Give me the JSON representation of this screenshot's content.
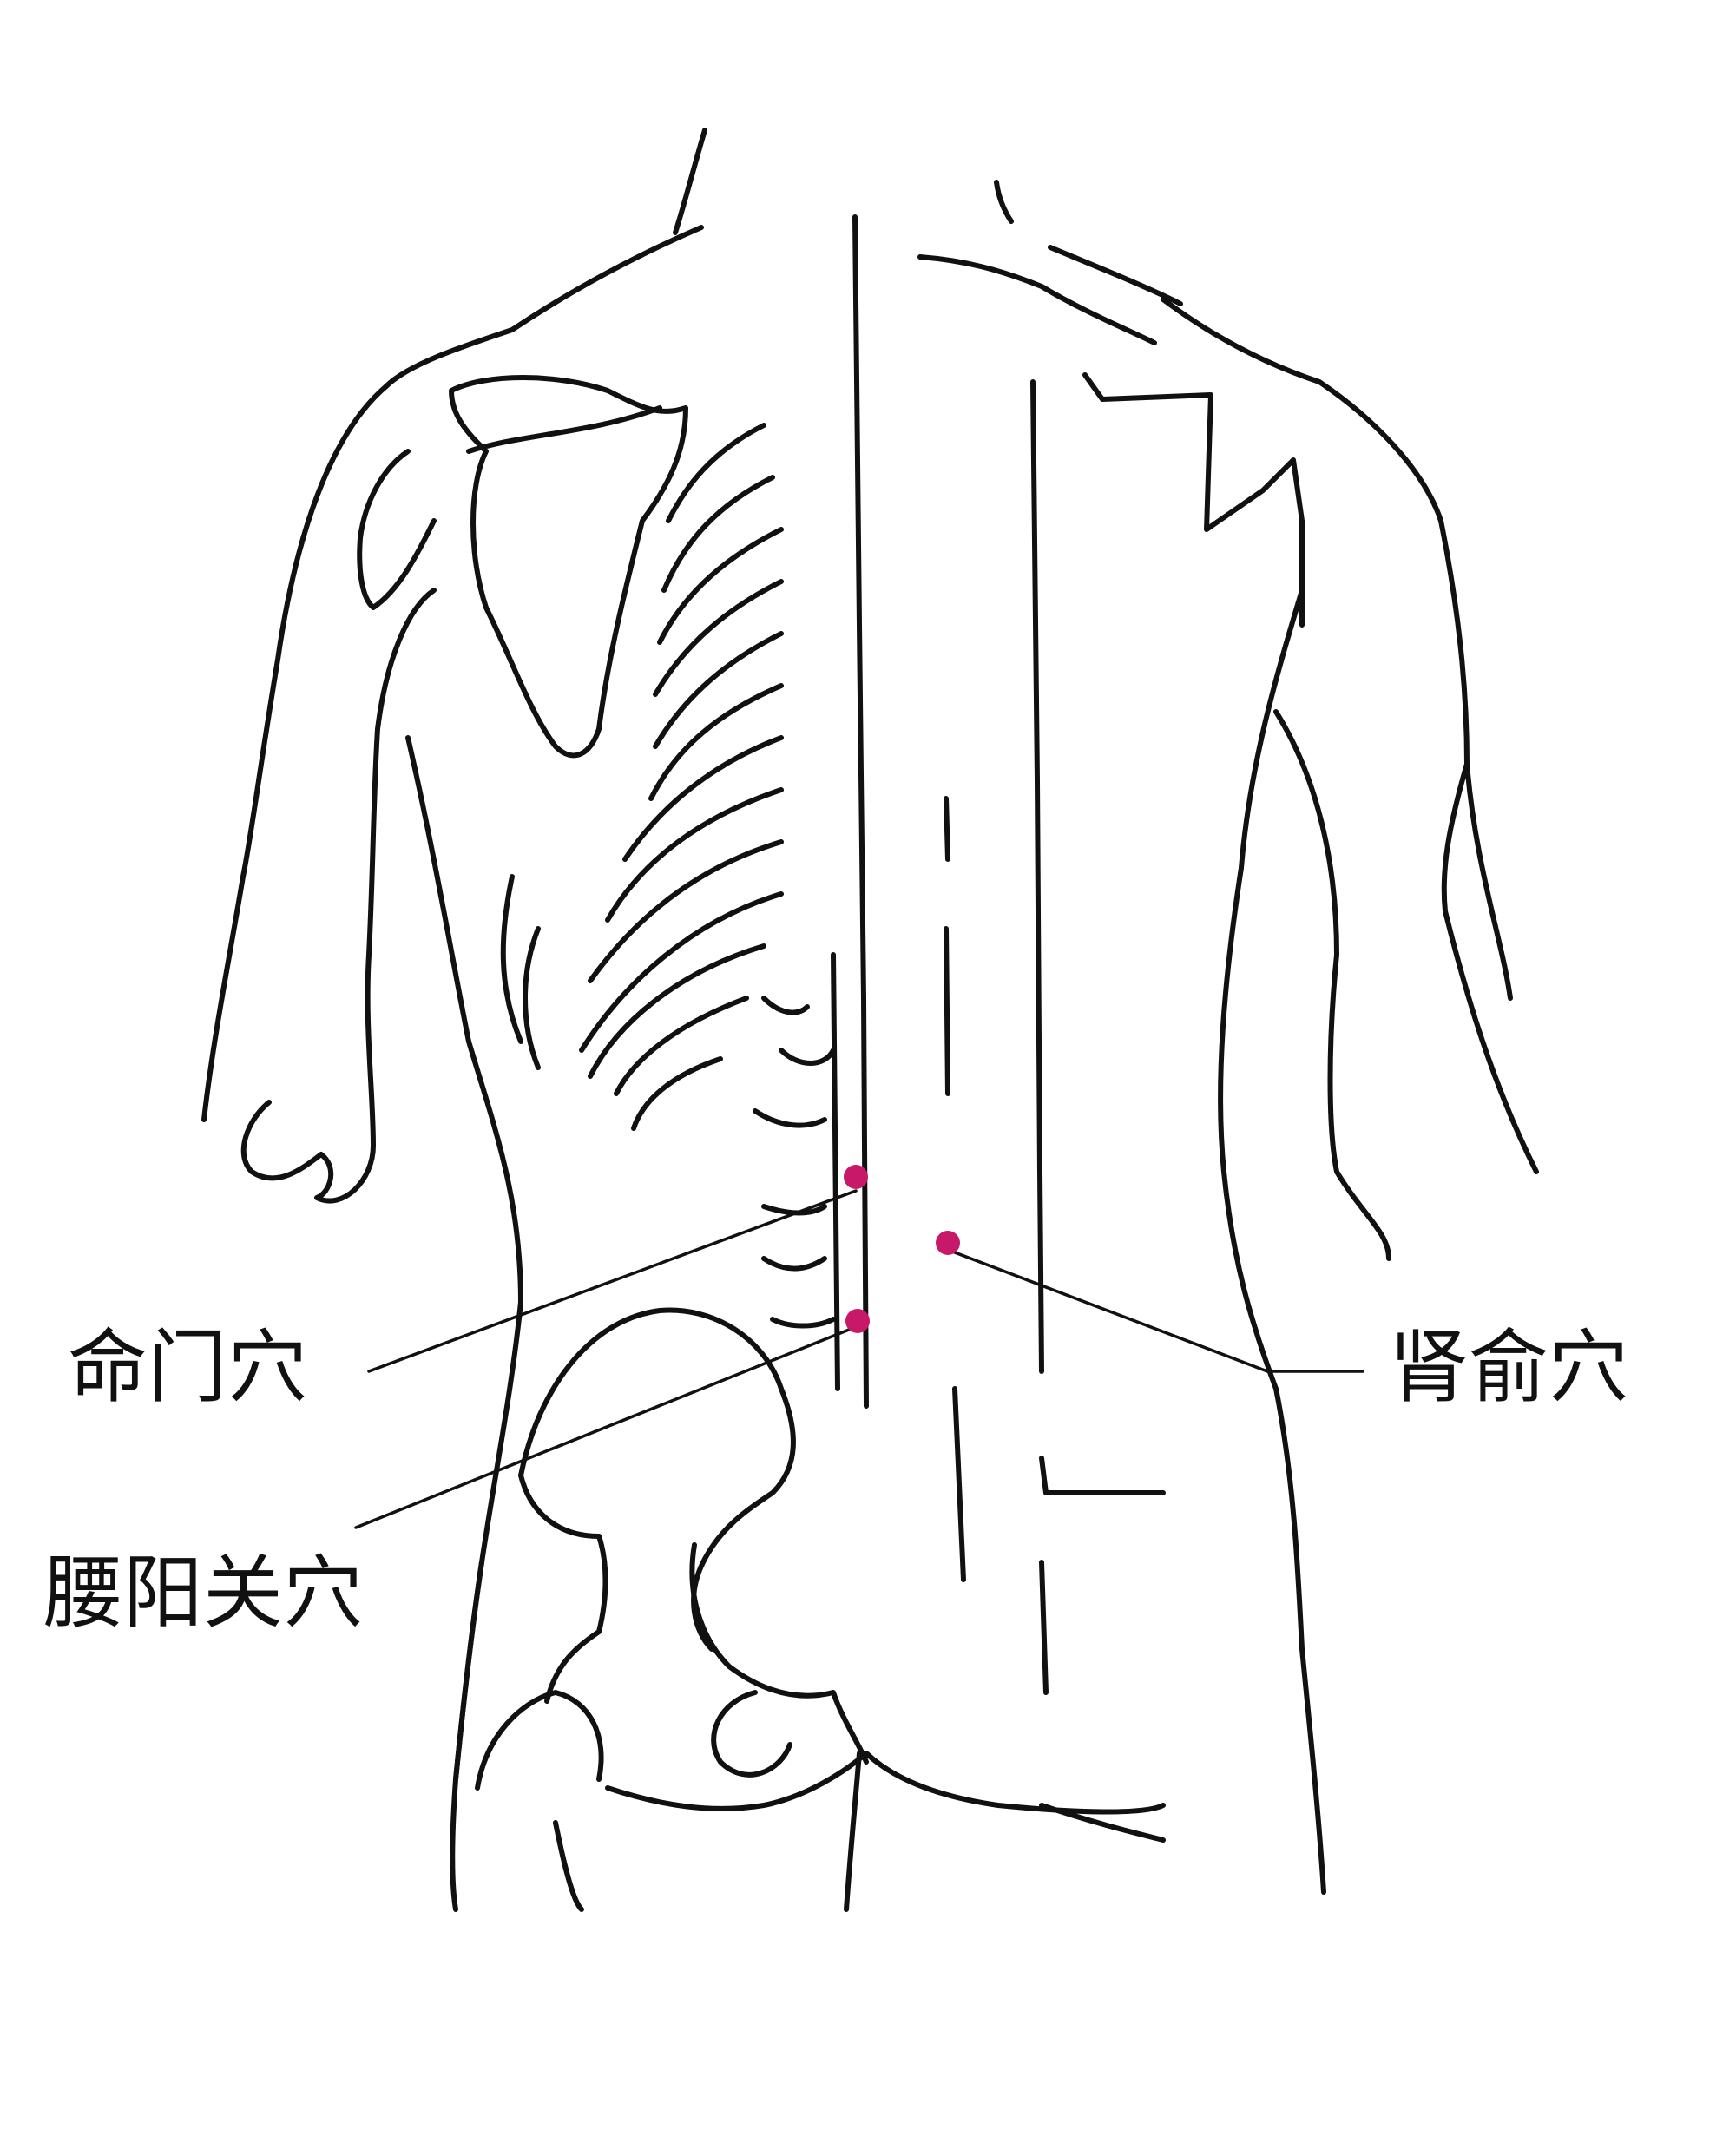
{
  "colors": {
    "line": "#111111",
    "acupoint": "#c8186a",
    "background": "#ffffff"
  },
  "points": [
    {
      "id": "mingmen",
      "label": "命门穴"
    },
    {
      "id": "yaoyangguan",
      "label": "腰阳关穴"
    },
    {
      "id": "shenshu",
      "label": "肾俞穴"
    }
  ]
}
